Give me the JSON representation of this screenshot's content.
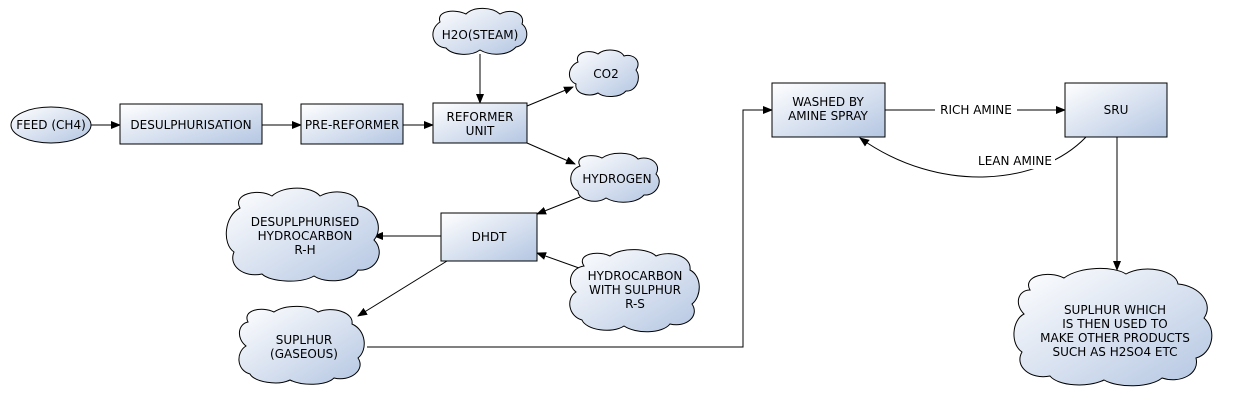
{
  "diagram": {
    "nodes": {
      "feed": "FEED (CH4)",
      "desulphurisation": "DESULPHURISATION",
      "pre_reformer": "PRE-REFORMER",
      "reformer": [
        "REFORMER",
        "UNIT"
      ],
      "steam": "H2O(STEAM)",
      "co2": "CO2",
      "hydrogen": "HYDROGEN",
      "dhdt": "DHDT",
      "desulphurised": [
        "DESUPLPHURISED",
        "HYDROCARBON",
        "R-H"
      ],
      "hydrocarbon_sulphur": [
        "HYDROCARBON",
        "WITH SULPHUR",
        "R-S"
      ],
      "sulphur_gas": [
        "SUPLHUR",
        "(GASEOUS)"
      ],
      "amine_wash": [
        "WASHED BY",
        "AMINE SPRAY"
      ],
      "sru": "SRU",
      "sulphur_products": [
        "SUPLHUR WHICH",
        "IS THEN USED TO",
        "MAKE OTHER PRODUCTS",
        "SUCH AS H2SO4 ETC"
      ]
    },
    "edge_labels": {
      "rich_amine": "RICH AMINE",
      "lean_amine": "LEAN AMINE"
    },
    "colors": {
      "fill_light": "#ffffff",
      "fill_dark": "#b4c6e2",
      "stroke": "#000000"
    }
  }
}
